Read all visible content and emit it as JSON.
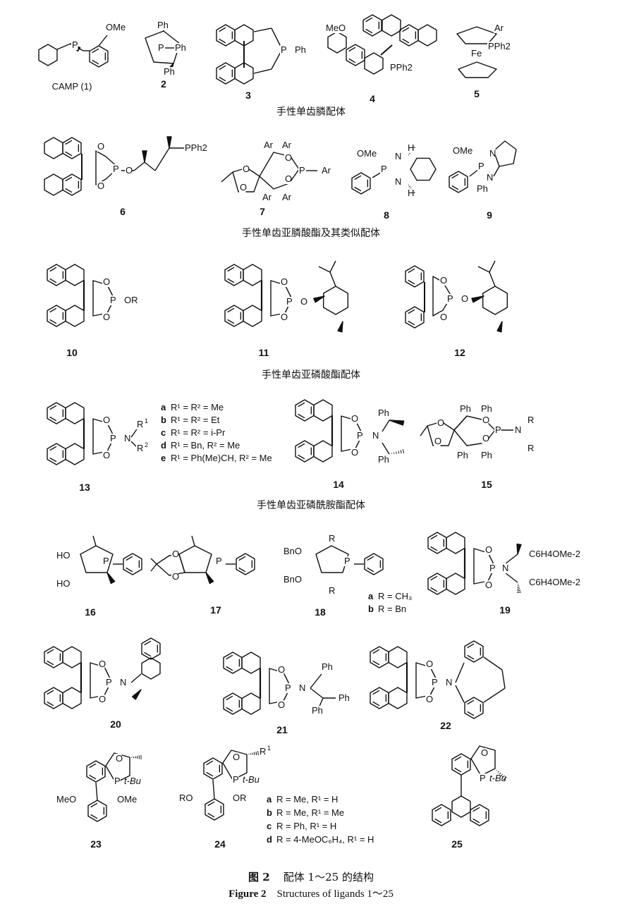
{
  "sections": [
    "手性单齿膦配体",
    "手性单齿亚膦酸酯及其类似配体",
    "手性单齿亚磷酸酯配体",
    "手性单齿亚磷酰胺酯配体"
  ],
  "caption": {
    "cn_label": "图 2",
    "cn_text": "配体 1～25 的结构",
    "en_label": "Figure 2",
    "en_text": "Structures of ligands 1～25"
  },
  "compounds": [
    {
      "id": "1",
      "label": "CAMP (1)",
      "atoms": [
        "P",
        "OMe"
      ]
    },
    {
      "id": "2",
      "label": "2",
      "atoms": [
        "Ph",
        "P",
        "Ph",
        "Ph"
      ]
    },
    {
      "id": "3",
      "label": "3",
      "atoms": [
        "P",
        "Ph"
      ]
    },
    {
      "id": "4",
      "label": "4",
      "atoms": [
        "MeO",
        "PPh2"
      ]
    },
    {
      "id": "5",
      "label": "5",
      "atoms": [
        "Ar",
        "Fe",
        "PPh2"
      ]
    },
    {
      "id": "6",
      "label": "6",
      "atoms": [
        "O",
        "P",
        "O",
        "O",
        "PPh2"
      ]
    },
    {
      "id": "7",
      "label": "7",
      "atoms": [
        "Ar",
        "Ar",
        "Ar",
        "Ar",
        "O",
        "O",
        "O",
        "O",
        "P",
        "Ar"
      ]
    },
    {
      "id": "8",
      "label": "8",
      "atoms": [
        "OMe",
        "P",
        "N",
        "N",
        "H",
        "H"
      ]
    },
    {
      "id": "9",
      "label": "9",
      "atoms": [
        "OMe",
        "P",
        "N",
        "N",
        "Ph"
      ]
    },
    {
      "id": "10",
      "label": "10",
      "atoms": [
        "O",
        "P",
        "OR",
        "O"
      ]
    },
    {
      "id": "11",
      "label": "11",
      "atoms": [
        "O",
        "P",
        "O",
        "O"
      ]
    },
    {
      "id": "12",
      "label": "12",
      "atoms": [
        "O",
        "P",
        "O",
        "O"
      ]
    },
    {
      "id": "13",
      "label": "13",
      "atoms": [
        "O",
        "P",
        "N",
        "R1",
        "R2",
        "O"
      ]
    },
    {
      "id": "14",
      "label": "14",
      "atoms": [
        "Ph",
        "O",
        "P",
        "N",
        "O",
        "Ph"
      ]
    },
    {
      "id": "15",
      "label": "15",
      "atoms": [
        "Ph",
        "Ph",
        "O",
        "O",
        "O",
        "O",
        "P",
        "N",
        "R",
        "R",
        "Ph",
        "Ph"
      ]
    },
    {
      "id": "16",
      "label": "16",
      "atoms": [
        "HO",
        "HO",
        "P"
      ]
    },
    {
      "id": "17",
      "label": "17",
      "atoms": [
        "O",
        "O",
        "P"
      ]
    },
    {
      "id": "18",
      "label": "18",
      "atoms": [
        "BnO",
        "BnO",
        "R",
        "R",
        "P"
      ]
    },
    {
      "id": "19",
      "label": "19",
      "atoms": [
        "O",
        "P",
        "N",
        "O",
        "C6H4OMe-2",
        "C6H4OMe-2"
      ]
    },
    {
      "id": "20",
      "label": "20",
      "atoms": [
        "O",
        "P",
        "N",
        "O"
      ]
    },
    {
      "id": "21",
      "label": "21",
      "atoms": [
        "Ph",
        "O",
        "P",
        "N",
        "O",
        "Ph",
        "Ph"
      ]
    },
    {
      "id": "22",
      "label": "22",
      "atoms": [
        "O",
        "P",
        "N",
        "O"
      ]
    },
    {
      "id": "23",
      "label": "23",
      "atoms": [
        "O",
        "P",
        "t-Bu",
        "MeO",
        "OMe"
      ]
    },
    {
      "id": "24",
      "label": "24",
      "atoms": [
        "O",
        "R1",
        "P",
        "t-Bu",
        "RO",
        "OR"
      ]
    },
    {
      "id": "25",
      "label": "25",
      "atoms": [
        "O",
        "P",
        "t-Bu"
      ]
    }
  ],
  "variants13": [
    {
      "key": "a",
      "text": "R¹ = R² = Me"
    },
    {
      "key": "b",
      "text": "R¹ = R² = Et"
    },
    {
      "key": "c",
      "text": "R¹ = R² = i-Pr"
    },
    {
      "key": "d",
      "text": "R¹ = Bn, R² = Me"
    },
    {
      "key": "e",
      "text": "R¹ = Ph(Me)CH, R² = Me"
    }
  ],
  "variants18": [
    {
      "key": "a",
      "text": "R = CH₃"
    },
    {
      "key": "b",
      "text": "R = Bn"
    }
  ],
  "variants24": [
    {
      "key": "a",
      "text": "R = Me, R¹ = H"
    },
    {
      "key": "b",
      "text": "R = Me, R¹ = Me"
    },
    {
      "key": "c",
      "text": "R = Ph, R¹ = H"
    },
    {
      "key": "d",
      "text": "R = 4-MeOC₆H₄, R¹ = H"
    }
  ]
}
